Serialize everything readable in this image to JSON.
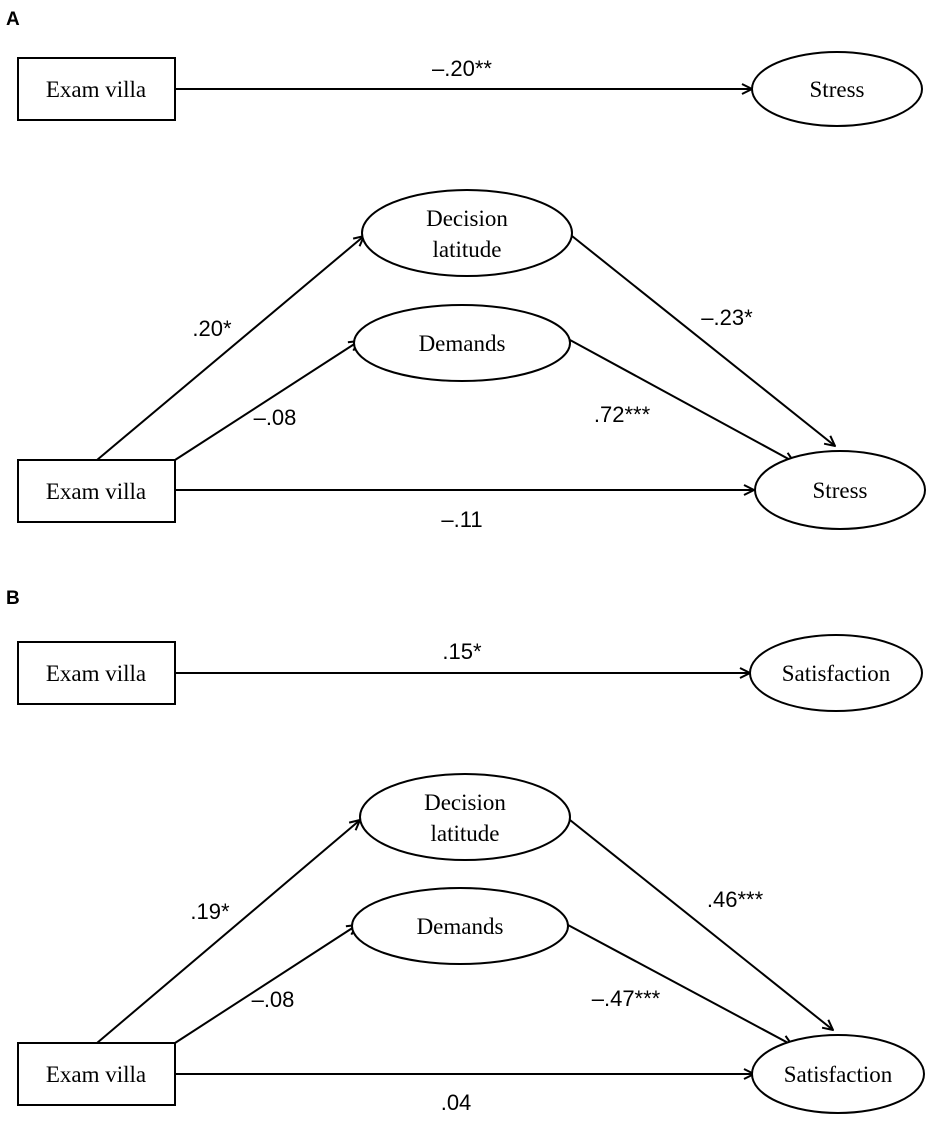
{
  "panels": [
    {
      "label": "A",
      "top": {
        "predictor": "Exam villa",
        "outcome": "Stress",
        "coef": "–.20**"
      },
      "mediation": {
        "predictor": "Exam villa",
        "mediator1": [
          "Decision",
          "latitude"
        ],
        "mediator2": "Demands",
        "outcome": "Stress",
        "coef_x_m1": ".20*",
        "coef_x_m2": "–.08",
        "coef_m1_y": "–.23*",
        "coef_m2_y": ".72***",
        "coef_direct": "–.11"
      }
    },
    {
      "label": "B",
      "top": {
        "predictor": "Exam villa",
        "outcome": "Satisfaction",
        "coef": ".15*"
      },
      "mediation": {
        "predictor": "Exam villa",
        "mediator1": [
          "Decision",
          "latitude"
        ],
        "mediator2": "Demands",
        "outcome": "Satisfaction",
        "coef_x_m1": ".19*",
        "coef_x_m2": "–.08",
        "coef_m1_y": ".46***",
        "coef_m2_y": "–.47***",
        "coef_direct": ".04"
      }
    }
  ]
}
